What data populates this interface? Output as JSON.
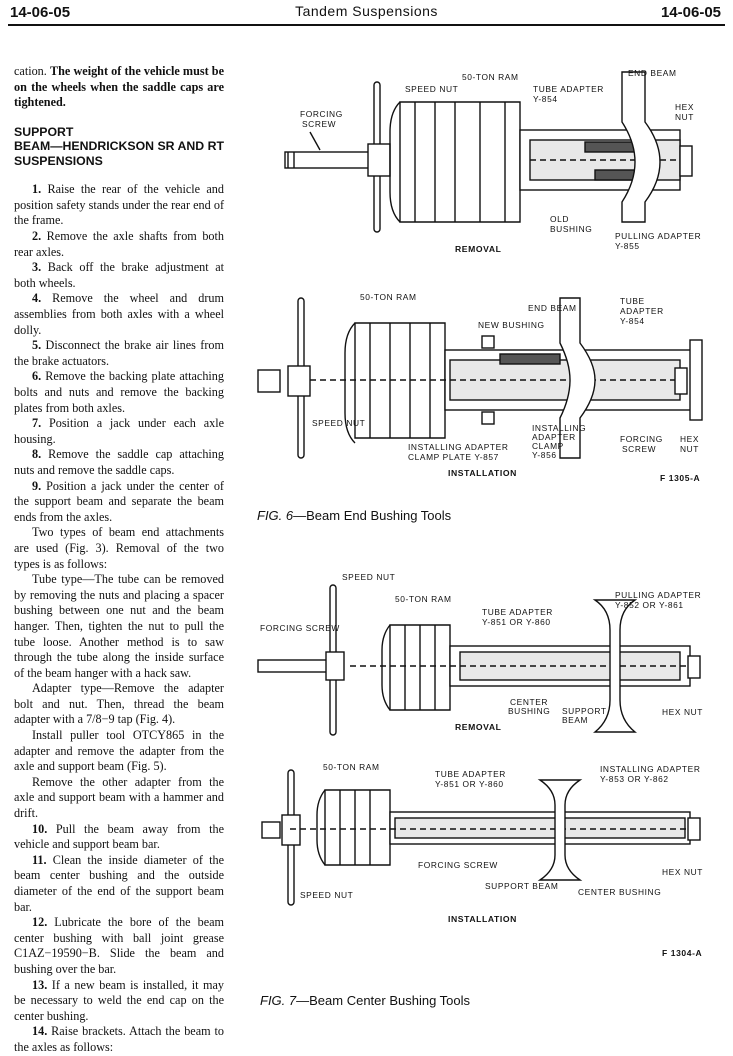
{
  "header": {
    "page_left": "14-06-05",
    "title": "Tandem Suspensions",
    "page_right": "14-06-05"
  },
  "text": {
    "intro_plain": "cation. ",
    "intro_bold": "The weight of the vehicle must be on the wheels when the saddle caps are tightened.",
    "heading_line1": "SUPPORT",
    "heading_line2": "BEAM—HENDRICKSON SR AND RT SUSPENSIONS",
    "steps": [
      {
        "num": "1.",
        "text": " Raise the rear of the vehicle and position safety stands under the rear end of the frame."
      },
      {
        "num": "2.",
        "text": " Remove the axle shafts from both rear axles."
      },
      {
        "num": "3.",
        "text": " Back off the brake adjustment at both wheels."
      },
      {
        "num": "4.",
        "text": " Remove the wheel and drum assemblies from both axles with a wheel dolly."
      },
      {
        "num": "5.",
        "text": " Disconnect the brake air lines from the brake actuators."
      },
      {
        "num": "6.",
        "text": " Remove the backing plate attaching bolts and nuts and remove the backing plates from both axles."
      },
      {
        "num": "7.",
        "text": " Position a jack under each axle housing."
      },
      {
        "num": "8.",
        "text": " Remove the saddle cap attaching nuts and remove the saddle caps."
      },
      {
        "num": "9.",
        "text": " Position a jack under the center of the support beam and separate the beam ends from the axles."
      }
    ],
    "para_types": "Two types of beam end attachments are used (Fig. 3). Removal of the two types is as follows:",
    "para_tube": "Tube type—The tube can be removed by removing the nuts and placing a spacer bushing between one nut and the beam hanger. Then, tighten the nut to pull the tube loose. Another method is to saw through the tube along the inside surface of the beam hanger with a hack saw.",
    "para_adapter": "Adapter type—Remove the adapter bolt and nut. Then, thread the beam adapter with a 7/8−9 tap (Fig. 4).",
    "para_puller": "Install puller tool OTCY865 in the adapter and remove the adapter from the axle and support beam (Fig. 5).",
    "para_other": "Remove the other adapter from the axle and support beam with a hammer and drift.",
    "steps2": [
      {
        "num": "10.",
        "text": " Pull the beam away from the vehicle and support beam bar."
      },
      {
        "num": "11.",
        "text": " Clean the inside diameter of the beam center bushing and the outside diameter of the end of the support beam bar."
      },
      {
        "num": "12.",
        "text": " Lubricate the bore of the beam center bushing with ball joint grease C1AZ−19590−B. Slide the beam and bushing over the bar."
      },
      {
        "num": "13.",
        "text": " If a new beam is installed, it may be necessary to weld the end cap on the center bushing."
      },
      {
        "num": "14.",
        "text": " Raise brackets. Attach the beam to the axles as follows:"
      }
    ]
  },
  "fig6": {
    "removal": {
      "speed_nut": "SPEED NUT",
      "ram": "50-TON RAM",
      "end_beam": "END BEAM",
      "tube_adapter": "TUBE ADAPTER",
      "tube_adapter_no": "Y-854",
      "hex": "HEX",
      "nut": "NUT",
      "forcing": "FORCING",
      "screw": "SCREW",
      "old": "OLD",
      "bushing": "BUSHING",
      "pulling_adapter": "PULLING ADAPTER",
      "pulling_adapter_no": "Y-855",
      "caption": "REMOVAL"
    },
    "installation": {
      "ram": "50-TON RAM",
      "end_beam": "END BEAM",
      "tube": "TUBE",
      "adapter": "ADAPTER",
      "adapter_no": "Y-854",
      "new_bushing": "NEW BUSHING",
      "speed_nut": "SPEED NUT",
      "ia1": "INSTALLING ADAPTER",
      "ia2": "CLAMP PLATE Y-857",
      "ic1": "INSTALLING",
      "ic2": "ADAPTER",
      "ic3": "CLAMP",
      "ic4": "Y-856",
      "forcing": "FORCING",
      "screw": "SCREW",
      "hex": "HEX",
      "nut": "NUT",
      "caption": "INSTALLATION"
    },
    "code": "F 1305-A",
    "caption_fig": "FIG. 6",
    "caption_text": "—Beam End Bushing Tools"
  },
  "fig7": {
    "removal": {
      "speed_nut": "SPEED NUT",
      "ram": "50-TON RAM",
      "tube_adapter": "TUBE ADAPTER",
      "tube_adapter_no": "Y-851  OR  Y-860",
      "pulling_adapter": "PULLING ADAPTER",
      "pulling_adapter_no": "Y-852  OR  Y-861",
      "forcing_screw": "FORCING SCREW",
      "center": "CENTER",
      "bushing": "BUSHING",
      "support": "SUPPORT",
      "beam": "BEAM",
      "hex_nut": "HEX NUT",
      "caption": "REMOVAL"
    },
    "installation": {
      "ram": "50-TON RAM",
      "tube_adapter": "TUBE ADAPTER",
      "tube_adapter_no": "Y-851  OR  Y-860",
      "installing_adapter": "INSTALLING  ADAPTER",
      "installing_adapter_no": "Y-853  OR  Y-862",
      "forcing_screw": "FORCING SCREW",
      "hex_nut": "HEX NUT",
      "support_beam": "SUPPORT BEAM",
      "center_bushing": "CENTER BUSHING",
      "speed_nut": "SPEED NUT",
      "caption": "INSTALLATION"
    },
    "code": "F 1304-A",
    "caption_fig": "FIG. 7",
    "caption_text": "—Beam Center Bushing Tools"
  }
}
